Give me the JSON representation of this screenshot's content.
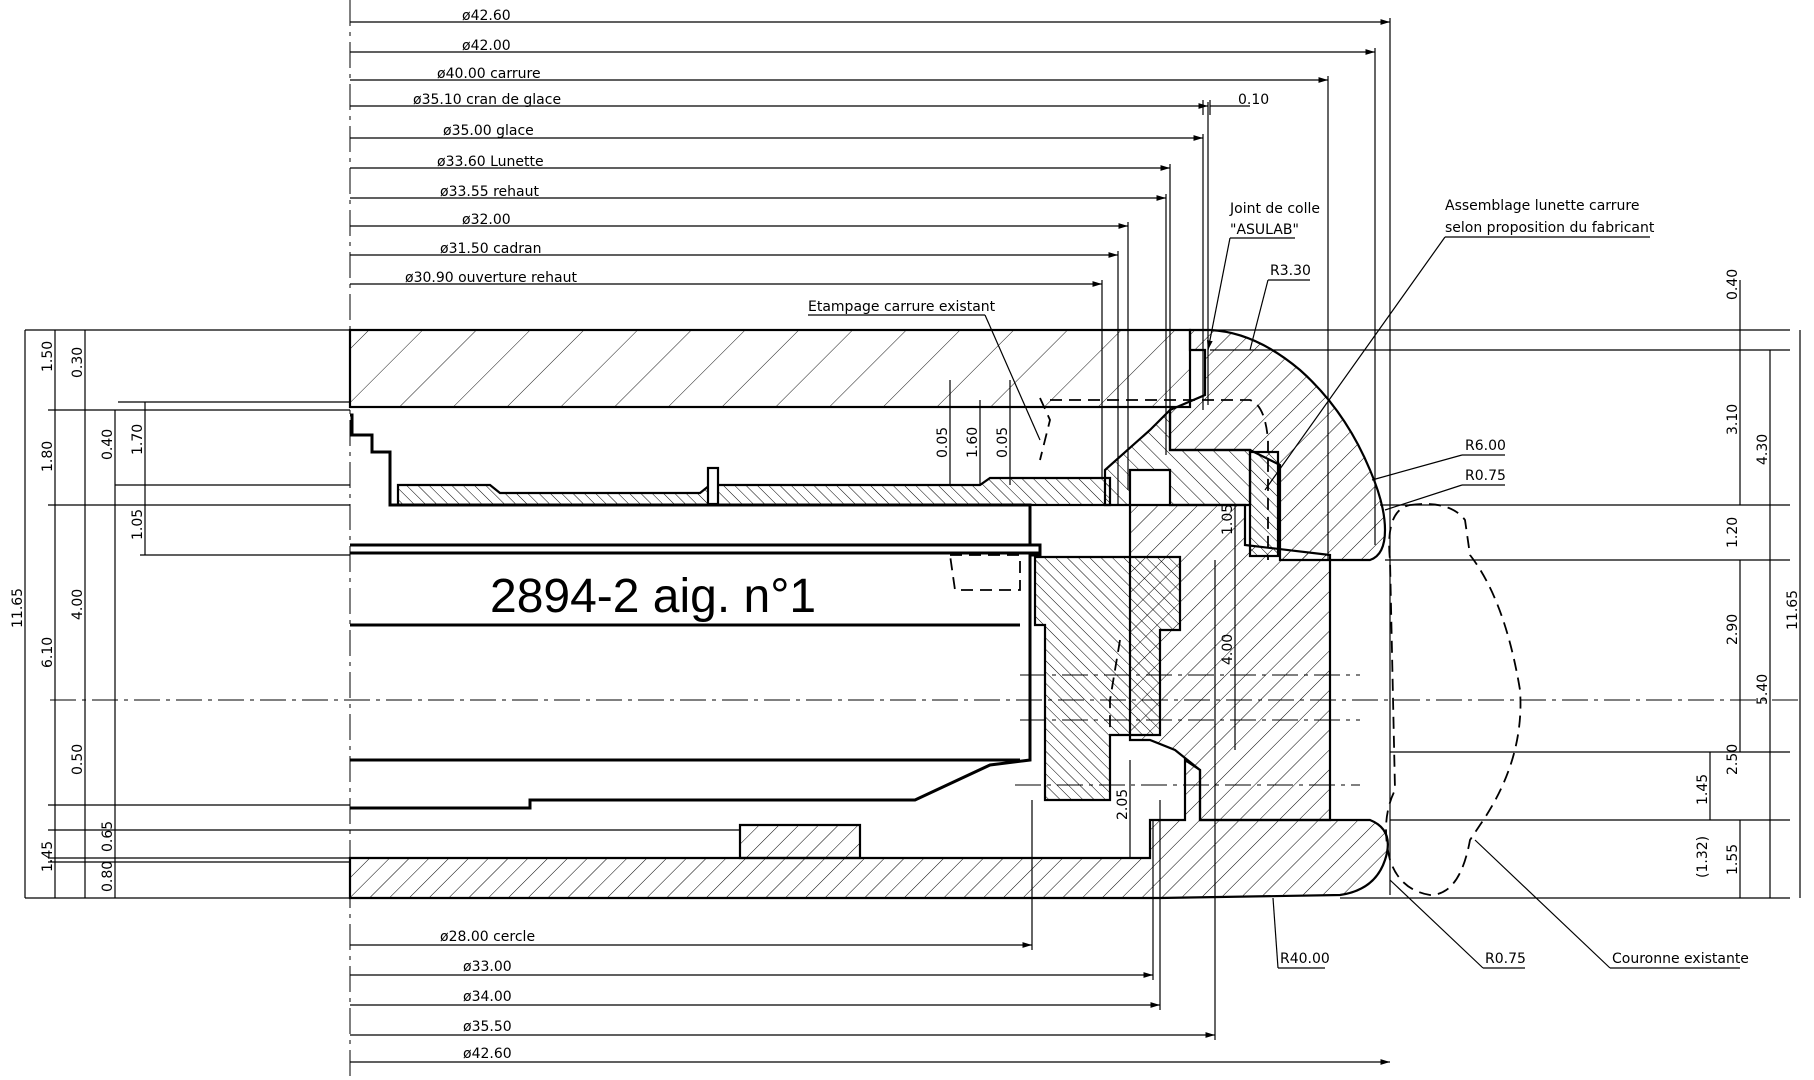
{
  "drawing": {
    "part_label": "2894-2 aig. n°1"
  },
  "dims_top": [
    "ø42.60",
    "ø42.00",
    "ø40.00 carrure",
    "ø35.10 cran de glace",
    "ø35.00 glace",
    "ø33.60 Lunette",
    "ø33.55 rehaut",
    "ø32.00",
    "ø31.50 cadran",
    "ø30.90 ouverture rehaut"
  ],
  "dims_bottom": [
    "ø28.00 cercle",
    "ø33.00",
    "ø34.00",
    "ø35.50",
    "ø42.60"
  ],
  "notes": {
    "gap": "0.10",
    "glue1": "Joint de colle",
    "glue2": "\"ASULAB\"",
    "assembly1": "Assemblage lunette carrure",
    "assembly2": "selon proposition du fabricant",
    "r330": "R3.30",
    "etamp": "Etampage carrure existant",
    "r600": "R6.00",
    "r075a": "R0.75",
    "r4000": "R40.00",
    "r075b": "R0.75",
    "crown": "Couronne existante"
  },
  "dims_vertical": {
    "left_outer": [
      "11.65",
      "1.50",
      "1.80",
      "6.10",
      "1.45"
    ],
    "left_mid": [
      "0.30",
      "0.40",
      "4.00",
      "0.50",
      "0.80",
      "0.65"
    ],
    "left_inner": [
      "1.70",
      "1.05"
    ],
    "mid": [
      "0.05",
      "1.60",
      "0.05",
      "1.05",
      "4.00",
      "2.05"
    ],
    "right": [
      "0.40",
      "3.10",
      "4.30",
      "1.20",
      "2.90",
      "5.40",
      "2.50",
      "1.45",
      "(1.32)",
      "1.55",
      "11.65"
    ]
  }
}
